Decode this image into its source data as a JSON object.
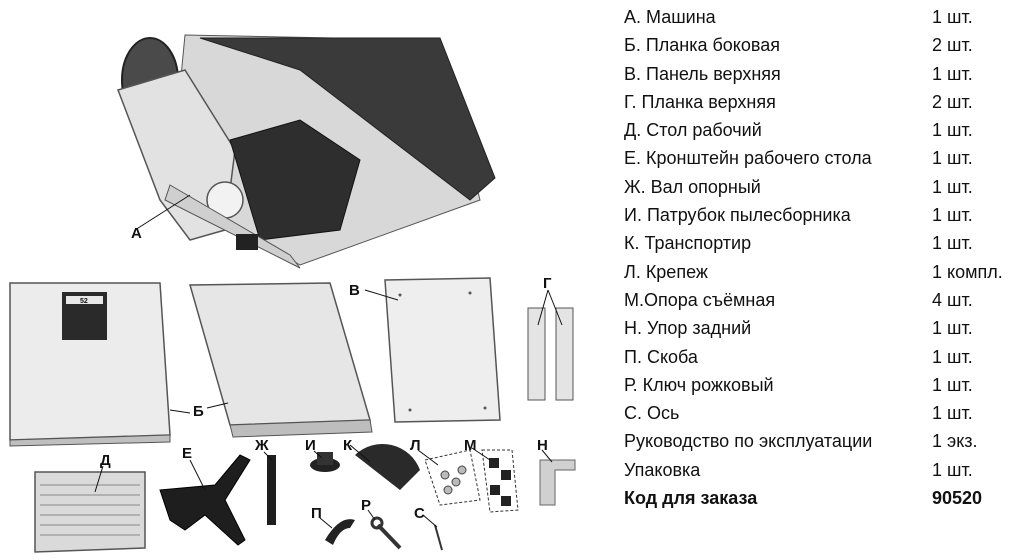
{
  "figure": {
    "callouts": {
      "a": "А",
      "b": "Б",
      "v": "В",
      "g": "Г",
      "d": "Д",
      "e": "Е",
      "zh": "Ж",
      "i": "И",
      "k": "К",
      "l": "Л",
      "m": "М",
      "n": "Н",
      "p": "П",
      "r": "Р",
      "s": "С"
    },
    "nameplate_model": "52"
  },
  "parts_list": [
    {
      "name": "А. Машина",
      "qty": "1 шт."
    },
    {
      "name": "Б. Планка боковая",
      "qty": "2 шт."
    },
    {
      "name": "В. Панель верхняя",
      "qty": "1 шт."
    },
    {
      "name": "Г. Планка верхняя",
      "qty": "2 шт."
    },
    {
      "name": "Д. Стол рабочий",
      "qty": "1 шт."
    },
    {
      "name": "Е. Кронштейн рабочего стола",
      "qty": "1 шт."
    },
    {
      "name": "Ж. Вал опорный",
      "qty": "1 шт."
    },
    {
      "name": "И. Патрубок пылесборника",
      "qty": "1 шт."
    },
    {
      "name": "К. Транспортир",
      "qty": "1 шт."
    },
    {
      "name": "Л. Крепеж",
      "qty": "1 компл."
    },
    {
      "name": "М.Опора съёмная",
      "qty": "4 шт."
    },
    {
      "name": "Н. Упор задний",
      "qty": "1 шт."
    },
    {
      "name": "П. Скоба",
      "qty": "1 шт."
    },
    {
      "name": "Р. Ключ рожковый",
      "qty": "1 шт."
    },
    {
      "name": "С. Ось",
      "qty": "1 шт."
    },
    {
      "name": "Руководство по эксплуатации",
      "qty": "1 экз."
    },
    {
      "name": "Упаковка",
      "qty": "1 шт."
    }
  ],
  "order_code": {
    "label": "Код для заказа",
    "value": "90520"
  }
}
